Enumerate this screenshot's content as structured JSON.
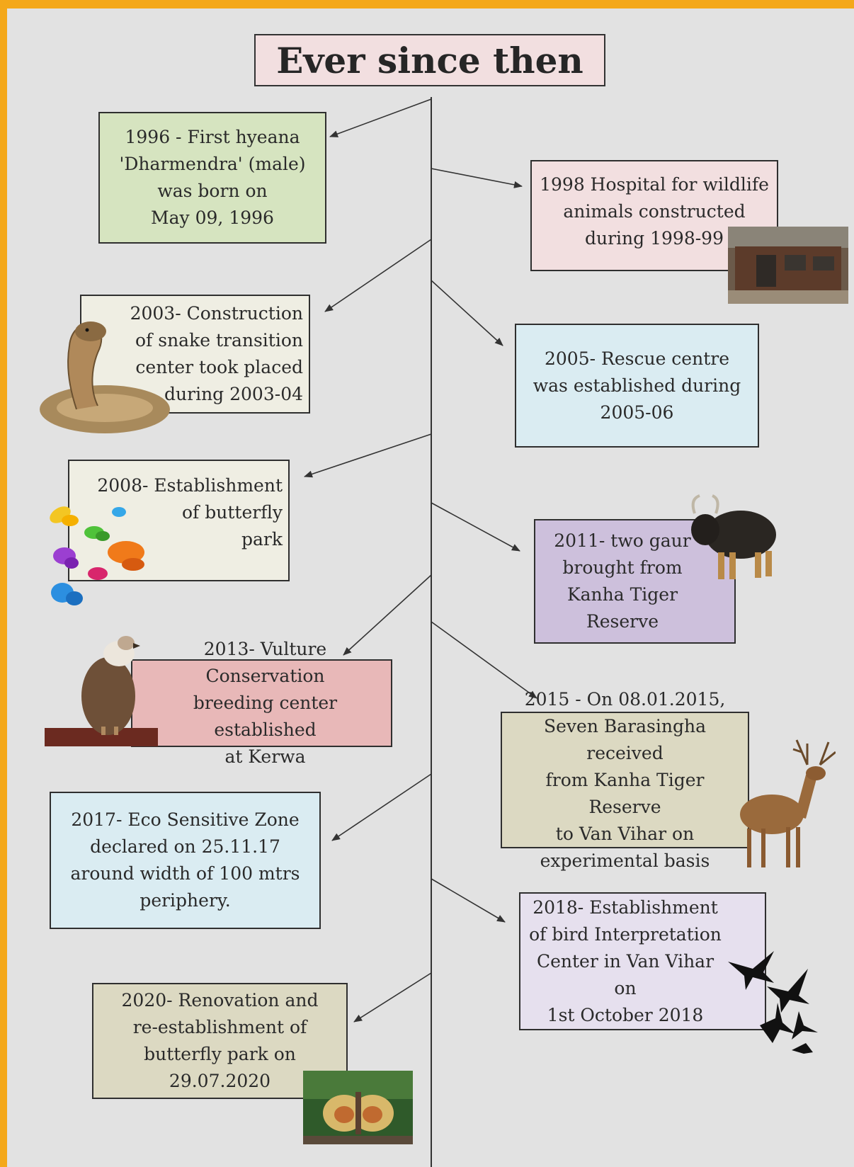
{
  "title": "Ever since then",
  "events": [
    {
      "text": "1996 - First hyeana\n'Dharmendra' (male)\nwas born on\nMay 09, 1996",
      "color": "#d6e4c0"
    },
    {
      "text": "1998 Hospital for wildlife\nanimals constructed\nduring 1998-99",
      "color": "#f2dfe0"
    },
    {
      "text": "2003- Construction\nof snake transition\ncenter took placed\nduring 2003-04",
      "color": "#efeee3"
    },
    {
      "text": "2005- Rescue centre\nwas established during\n2005-06",
      "color": "#daecf2"
    },
    {
      "text": "2008- Establishment\nof butterfly\npark",
      "color": "#efeee3"
    },
    {
      "text": "2011- two gaur\nbrought from\nKanha Tiger\nReserve",
      "color": "#cdc0dc"
    },
    {
      "text": "2013- Vulture Conservation\nbreeding center established\nat Kerwa",
      "color": "#e8b8b8"
    },
    {
      "text": "2015 - On 08.01.2015,\nSeven Barasingha received\nfrom Kanha Tiger Reserve\nto Van Vihar on\nexperimental basis",
      "color": "#dcd9c2"
    },
    {
      "text": "2017- Eco Sensitive Zone\ndeclared on 25.11.17\naround width of 100 mtrs\nperiphery.",
      "color": "#daecf2"
    },
    {
      "text": "2018- Establishment\nof bird Interpretation\nCenter in Van Vihar on\n1st October 2018",
      "color": "#e6e0ee"
    },
    {
      "text": "2020- Renovation and\nre-establishment of\nbutterfly park on\n29.07.2020",
      "color": "#dcd9c2"
    }
  ],
  "icons": [
    "hospital-photo",
    "cobra-picture",
    "butterflies-picture",
    "gaur-picture",
    "vulture-picture",
    "barasingha-deer-picture",
    "birds-silhouette",
    "butterfly-park-photo"
  ]
}
